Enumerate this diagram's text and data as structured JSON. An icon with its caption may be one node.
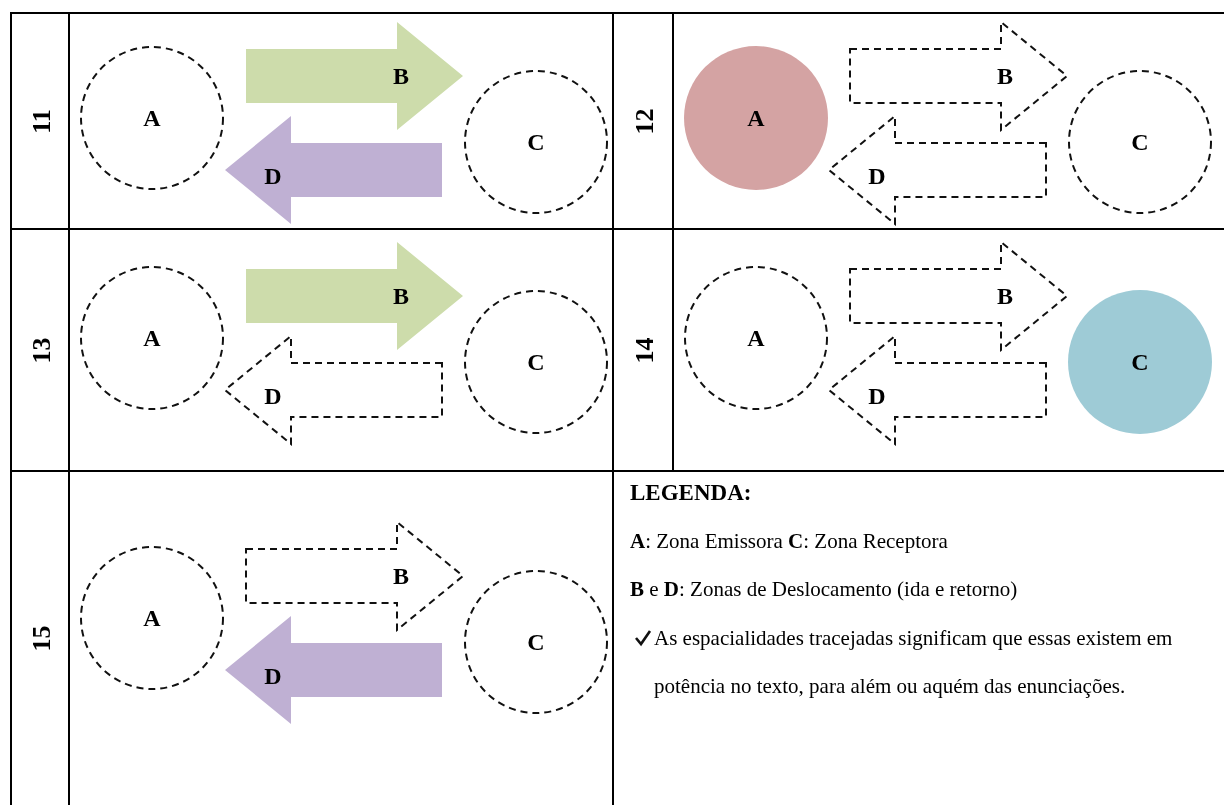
{
  "diagram": {
    "nodes": [
      {
        "text": [
          "11"
        ]
      },
      {
        "text": [
          "A"
        ],
        "in": 0
      },
      {
        "text": [
          "C"
        ],
        "in": 0
      },
      {
        "text": [
          "12"
        ]
      },
      {
        "text": [
          "A"
        ],
        "in": 3
      },
      {
        "text": [
          "C"
        ],
        "in": 3
      },
      {
        "text": [
          "13"
        ]
      },
      {
        "text": [
          "A"
        ],
        "in": 6
      },
      {
        "text": [
          "C"
        ],
        "in": 6
      },
      {
        "text": [
          "14"
        ]
      },
      {
        "text": [
          "A"
        ],
        "in": 9
      },
      {
        "text": [
          "C"
        ],
        "in": 9
      },
      {
        "text": [
          "15"
        ]
      },
      {
        "text": [
          "A"
        ],
        "in": 12
      },
      {
        "text": [
          "C"
        ],
        "in": 12
      }
    ],
    "edges": [
      {
        "from": 1,
        "to": 2,
        "arrow": "to",
        "label": "B",
        "color": "#cddcab"
      },
      {
        "from": 2,
        "to": 1,
        "arrow": "to",
        "label": "D",
        "color": "#bfb0d3"
      },
      {
        "from": 4,
        "to": 5,
        "arrow": "to",
        "label": "B",
        "style": "dashed"
      },
      {
        "from": 5,
        "to": 4,
        "arrow": "to",
        "label": "D",
        "style": "dashed"
      },
      {
        "from": 7,
        "to": 8,
        "arrow": "to",
        "label": "B",
        "color": "#cddcab"
      },
      {
        "from": 8,
        "to": 7,
        "arrow": "to",
        "label": "D",
        "style": "dashed"
      },
      {
        "from": 10,
        "to": 11,
        "arrow": "to",
        "label": "B",
        "style": "dashed"
      },
      {
        "from": 11,
        "to": 10,
        "arrow": "to",
        "label": "D",
        "style": "dashed"
      },
      {
        "from": 13,
        "to": 14,
        "arrow": "to",
        "label": "B",
        "style": "dashed"
      },
      {
        "from": 14,
        "to": 13,
        "arrow": "to",
        "label": "D",
        "color": "#bfb0d3"
      }
    ],
    "labels": [
      "LEGENDA:",
      "**A**: Zona Emissora  **C**: Zona Receptora",
      "**B** e **D**: Zonas de Deslocamento (ida e retorno)",
      "As espacialidades tracejadas significam que essas existem em potência no texto, para além ou aquém das enunciações."
    ]
  }
}
